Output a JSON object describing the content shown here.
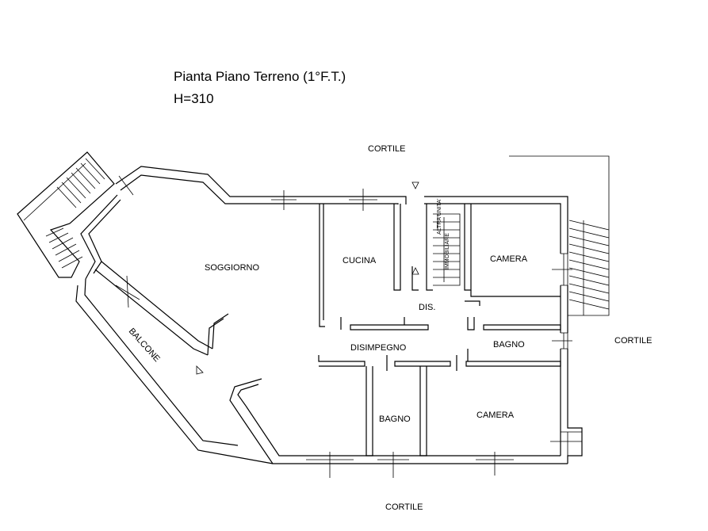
{
  "title": {
    "line1": "Pianta Piano Terreno (1°F.T.)",
    "line2": "H=310"
  },
  "rooms": {
    "soggiorno": "SOGGIORNO",
    "cucina": "CUCINA",
    "camera_top": "CAMERA",
    "dis": "DIS.",
    "disimpegno": "DISIMPEGNO",
    "bagno_right": "BAGNO",
    "bagno_bottom": "BAGNO",
    "camera_bottom": "CAMERA",
    "balcone": "BALCONE"
  },
  "exterior": {
    "cortile_top": "CORTILE",
    "cortile_right": "CORTILE",
    "cortile_bottom": "CORTILE"
  },
  "stair_text": {
    "line1": "ALTRA UNITA'",
    "line2": "IMMOBILIARE"
  }
}
